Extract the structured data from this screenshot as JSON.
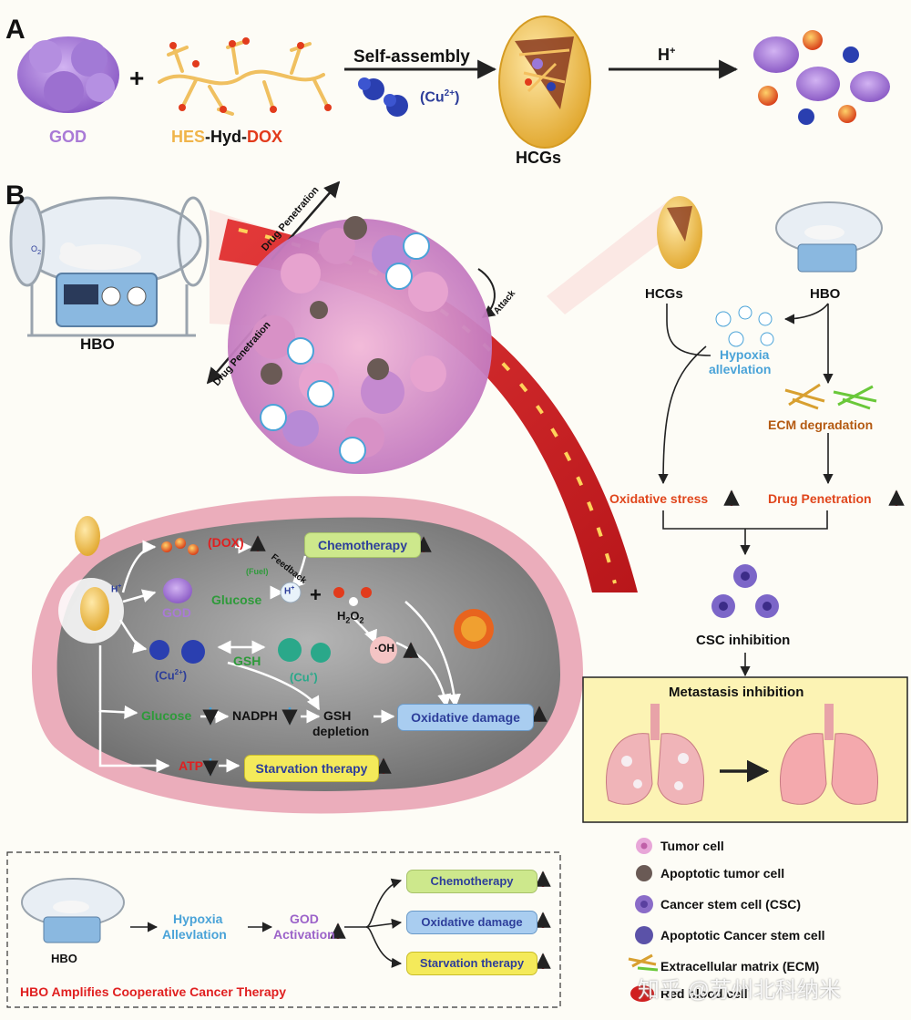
{
  "panel_labels": {
    "a": "A",
    "b": "B"
  },
  "panel_a": {
    "god": "GOD",
    "plus": "+",
    "hes": "HES",
    "hyd": "-Hyd-",
    "dox": "DOX",
    "self_assembly": "Self-assembly",
    "cu": "(Cu",
    "cu_sup": "2+",
    "cu_close": ")",
    "hcgs": "HCGs",
    "h_plus": "H",
    "h_plus_sup": "+"
  },
  "mouse_chamber": {
    "label": "HBO",
    "o2": "O",
    "o2_sub": "2"
  },
  "vessel": {
    "drug_penetration_top": "Drug Penetration",
    "drug_penetration_bottom": "Drug Penetration",
    "attack": "Attack"
  },
  "cell": {
    "dox": "(DOX)",
    "chemotherapy": "Chemotherapy",
    "feedback": "Feedback",
    "fuel": "(Fuel)",
    "god": "GOD",
    "glucose": "Glucose",
    "h_plus": "H",
    "h_plus_sup": "+",
    "h2o2": "H",
    "h2o2_mid": "O",
    "cu2": "(Cu",
    "cu2_sup": "2+",
    "gsh": "GSH",
    "cu1": "(Cu",
    "cu1_sup": "+",
    "oh": "·OH",
    "glucose2": "Glucose",
    "nadph": "NADPH",
    "gsh_depletion_1": "GSH",
    "gsh_depletion_2": "depletion",
    "oxidative_damage": "Oxidative damage",
    "atp": "ATP",
    "starvation": "Starvation therapy"
  },
  "flow": {
    "hcgs": "HCGs",
    "hbo": "HBO",
    "hypoxia_1": "Hypoxia",
    "hypoxia_2": "allevlation",
    "ecm": "ECM degradation",
    "oxidative_stress": "Oxidative stress",
    "drug_penetration": "Drug Penetration",
    "csc_inhibition": "CSC inhibition",
    "metastasis": "Metastasis inhibition"
  },
  "legend": [
    {
      "label": "Tumor cell",
      "icon": "tumor-cell-icon",
      "color": "#e8a6d8"
    },
    {
      "label": "Apoptotic tumor cell",
      "icon": "apoptotic-tumor-cell-icon",
      "color": "#6a5a55"
    },
    {
      "label": "Cancer stem cell (CSC)",
      "icon": "cancer-stem-cell-icon",
      "color": "#8a6cc8"
    },
    {
      "label": "Apoptotic Cancer stem cell",
      "icon": "apoptotic-csc-icon",
      "color": "#5b52a8"
    },
    {
      "label": "Extracellular matrix (ECM)",
      "icon": "ecm-icon",
      "color": "#d8a030"
    },
    {
      "label": "Red blood cell",
      "icon": "red-blood-cell-icon",
      "color": "#d02020"
    }
  ],
  "summary": {
    "hbo": "HBO",
    "hypoxia_1": "Hypoxia",
    "hypoxia_2": "Allevlation",
    "god_1": "GOD",
    "god_2": "Activation",
    "chemotherapy": "Chemotherapy",
    "oxidative_damage": "Oxidative damage",
    "starvation": "Starvation therapy",
    "title": "HBO Amplifies Cooperative Cancer Therapy"
  },
  "watermark": "知乎 @苏州北科纳米",
  "colors": {
    "god": "#a97ad6",
    "hes": "#f0b44a",
    "dox": "#e23b1c",
    "blue_text": "#2d3e9a",
    "light_blue": "#4aa3d8",
    "green": "#2e9a3a",
    "red": "#e02020",
    "orange_red": "#e0461c",
    "brown": "#b45a12",
    "purple": "#9c63c9"
  }
}
